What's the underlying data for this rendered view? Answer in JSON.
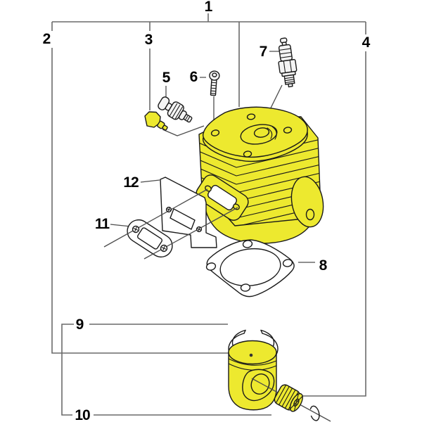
{
  "callouts": [
    {
      "label": "1",
      "part": "cylinder-assembly"
    },
    {
      "label": "2",
      "part": "piston-assembly"
    },
    {
      "label": "3",
      "part": "valve-plug"
    },
    {
      "label": "4",
      "part": "needle-bearing"
    },
    {
      "label": "5",
      "part": "decompression-valve"
    },
    {
      "label": "6",
      "part": "screw"
    },
    {
      "label": "7",
      "part": "spark-plug"
    },
    {
      "label": "8",
      "part": "cylinder-base-gasket"
    },
    {
      "label": "9",
      "part": "piston-ring"
    },
    {
      "label": "10",
      "part": "piston"
    },
    {
      "label": "11",
      "part": "exhaust-gasket"
    },
    {
      "label": "12",
      "part": "heat-shield-plate"
    }
  ],
  "colors": {
    "highlight": "#EDE92F",
    "outline": "#1A1A1A",
    "bracket": "#6A6A6A",
    "leader": "#4D4D4D",
    "background": "#FFFFFF"
  }
}
